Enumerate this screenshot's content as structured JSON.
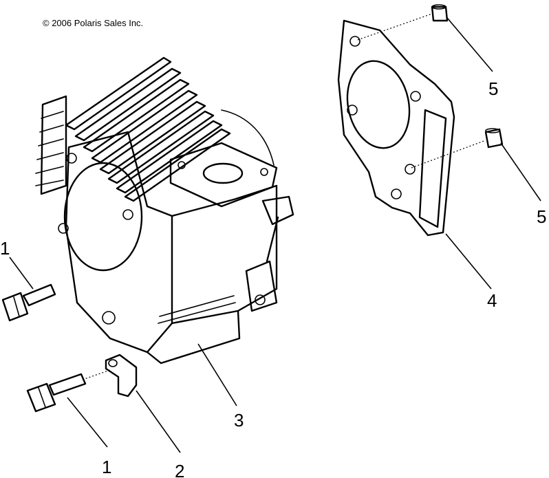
{
  "copyright": "© 2006 Polaris Sales Inc.",
  "callouts": {
    "bolt_upper": "1",
    "bolt_lower": "1",
    "clip": "2",
    "cylinder": "3",
    "gasket": "4",
    "dowel_upper": "5",
    "dowel_lower": "5"
  },
  "colors": {
    "line": "#000000",
    "background": "#ffffff"
  }
}
